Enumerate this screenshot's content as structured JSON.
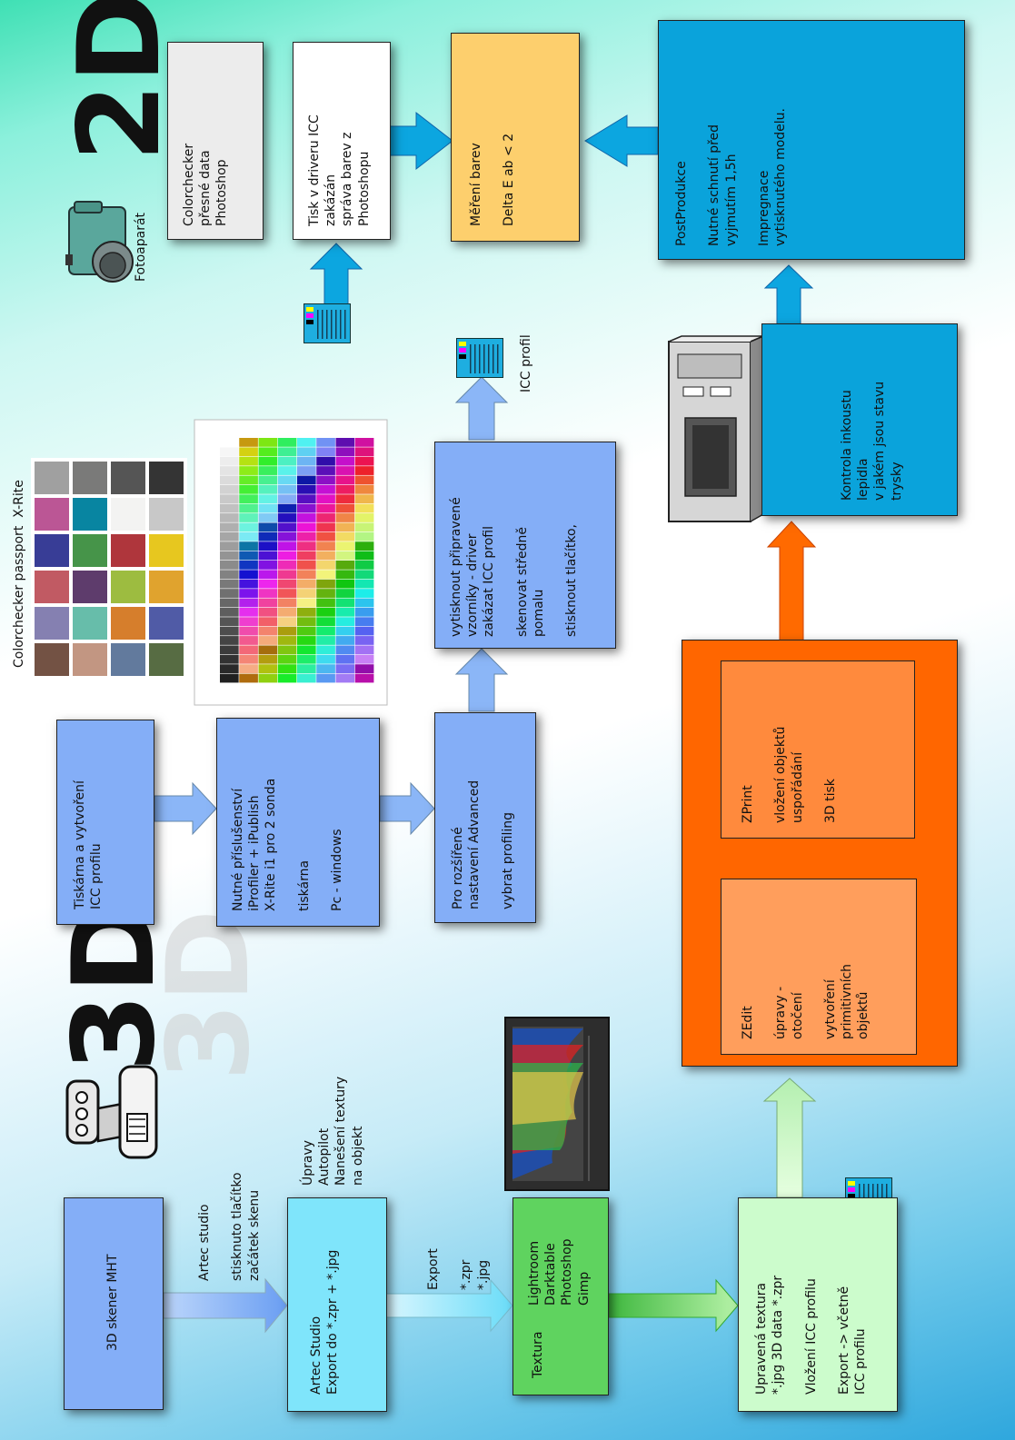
{
  "badge_2d": "2D",
  "badge_3d": "3D",
  "camera_label": "Fotoaparát",
  "colorchecker_title": "Colorchecker passport  X-Rite",
  "colorchecker_colors": [
    "#735244",
    "#c29682",
    "#627a9d",
    "#576c43",
    "#8580b1",
    "#67bdaa",
    "#d67e2c",
    "#505ba6",
    "#c15a63",
    "#5e3c6c",
    "#9dbc40",
    "#e0a32e",
    "#383d96",
    "#469449",
    "#af363c",
    "#e7c71f",
    "#bb5695",
    "#0885a1",
    "#f3f3f2",
    "#c8c8c8",
    "#a0a0a0",
    "#7a7a79",
    "#555555",
    "#343434"
  ],
  "boxes": {
    "colorchecker_data": [
      "Colorchecker",
      "přesné data",
      "Photoshop"
    ],
    "print_icc": [
      "Tisk v driveru ICC",
      "zakázán",
      "správa barev z",
      "Photoshopu"
    ],
    "measure": [
      "Měření barev",
      "",
      "Delta E ab < 2"
    ],
    "postprod": [
      "PostProdukce",
      "",
      "Nutné schnutí před",
      "vyjmutím 1,5h",
      "",
      "Impregnace",
      "vytisknutého modelu."
    ],
    "printer_icc": [
      "Tiskárna a vytvoření",
      "ICC profilu"
    ],
    "accessories": [
      "Nutné příslušenství",
      "iProfiler + iPublish",
      "X-Rite i1 pro 2 sonda",
      "",
      "tiskárna",
      "",
      "Pc - windows"
    ],
    "advanced": [
      "Pro rozšířené",
      "nastavení Advanced",
      "",
      "vybrat profiling"
    ],
    "print_samples": [
      "vytisknout připravené",
      "vzorníky - driver",
      "zakázat ICC profil",
      "",
      "skenovat středně",
      "pomalu",
      "",
      "stisknout tlačítko,"
    ],
    "inkcheck": [
      "Kontrola inkoustu",
      "lepidla",
      "v jakém jsou stavu",
      "trysky"
    ],
    "scanner": [
      "3D skener MHT"
    ],
    "artec": [
      "Artec Studio",
      "Export do *.zpr + *.jpg"
    ],
    "textura_left": [
      "Textura"
    ],
    "textura_right": [
      "Lightroom",
      "Darktable",
      "Photoshop",
      "Gimp"
    ],
    "upravena": [
      "Upravená textura",
      "*.jpg 3D data *.zpr",
      "",
      "Vložení ICC profilu",
      "",
      "Export -> včetně",
      "ICC profilu"
    ],
    "zprint": [
      "ZPrint",
      "",
      "vložení objektů",
      "uspořádání",
      "",
      "3D tisk"
    ],
    "zedit": [
      "ZEdit",
      "",
      "úpravy -",
      "otočení",
      "",
      "vytvoření",
      "primitivních",
      "objektů"
    ]
  },
  "labels": {
    "icc_profil": "ICC profil",
    "artec_studio": [
      "Artec studio",
      "",
      "stisknuto tlačítko",
      "začátek skenu"
    ],
    "upravy": [
      "Úpravy",
      "Autopilot",
      "Nanešení textury",
      "na objekt"
    ],
    "export": [
      "Export",
      "",
      "*.zpr",
      "*.jpg"
    ]
  },
  "colors": {
    "blue_box": "#84aef7",
    "cyan_box": "#7fe5fb",
    "green_box": "#5fd35f",
    "light_green_box": "#ccfccc",
    "gray_box": "#ececec",
    "white_box": "#ffffff",
    "yellow_box": "#fdcf6d",
    "dark_blue_box": "#0aa3db",
    "orange_box": "#ff6600",
    "orange_inner": "#ff8a3d",
    "arrow_blue": "#0da5e0",
    "arrow_orange": "#ff6600"
  }
}
